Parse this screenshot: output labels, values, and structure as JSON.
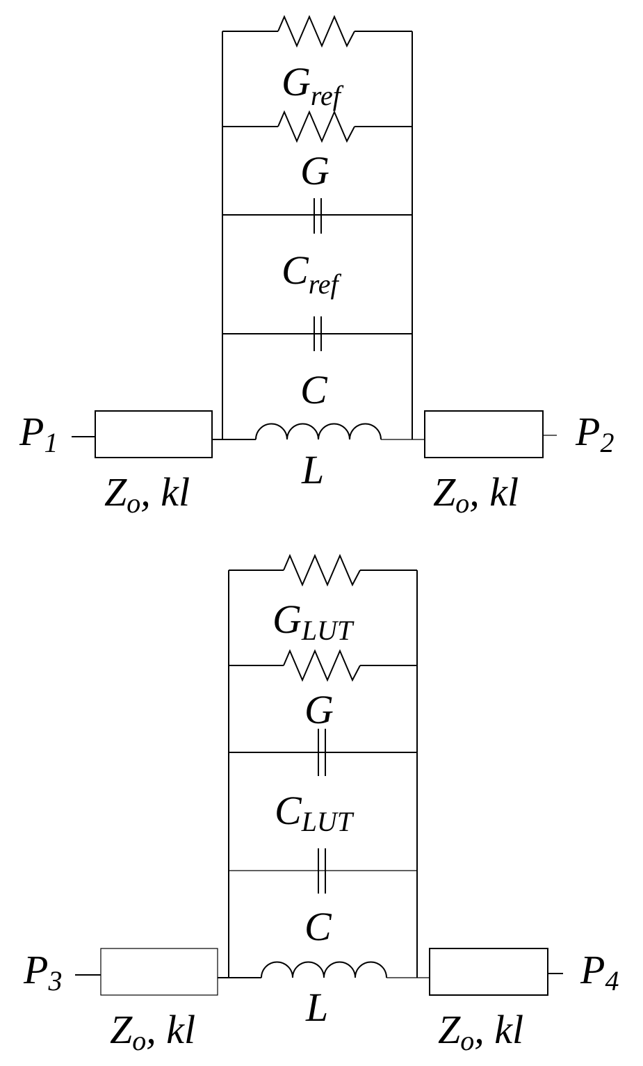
{
  "circuit_top": {
    "port_left": {
      "main": "P",
      "sub": "1"
    },
    "port_right": {
      "main": "P",
      "sub": "2"
    },
    "line_left": {
      "main": "Z",
      "sub": "o",
      "rest": ", kl"
    },
    "line_right": {
      "main": "Z",
      "sub": "o",
      "rest": ", kl"
    },
    "g_ref": {
      "main": "G",
      "sub": "ref"
    },
    "g": {
      "main": "G"
    },
    "c_ref": {
      "main": "C",
      "sub": "ref"
    },
    "c": {
      "main": "C"
    },
    "l": {
      "main": "L"
    }
  },
  "circuit_bottom": {
    "port_left": {
      "main": "P",
      "sub": "3"
    },
    "port_right": {
      "main": "P",
      "sub": "4"
    },
    "line_left": {
      "main": "Z",
      "sub": "o",
      "rest": ", kl"
    },
    "line_right": {
      "main": "Z",
      "sub": "o",
      "rest": ", kl"
    },
    "g_lut": {
      "main": "G",
      "sub": "LUT"
    },
    "g": {
      "main": "G"
    },
    "c_lut": {
      "main": "C",
      "sub": "LUT"
    },
    "c": {
      "main": "C"
    },
    "l": {
      "main": "L"
    }
  }
}
